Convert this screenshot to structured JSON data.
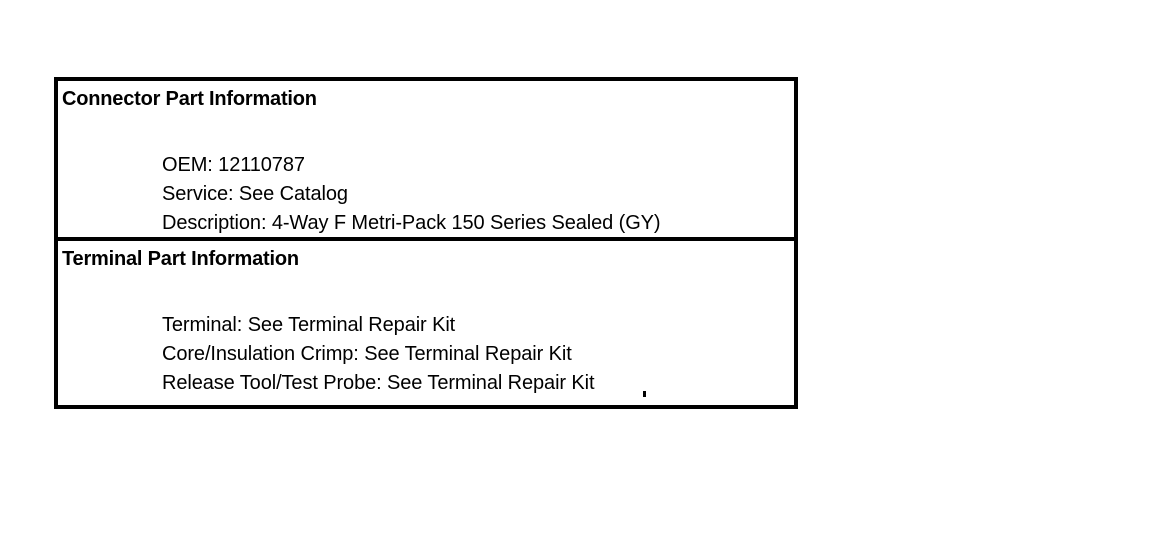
{
  "panel": {
    "sections": [
      {
        "id": "connector",
        "heading": "Connector Part Information",
        "details": [
          "OEM: 12110787",
          "Service: See Catalog",
          "Description: 4-Way F Metri-Pack 150 Series Sealed (GY)"
        ]
      },
      {
        "id": "terminal",
        "heading": "Terminal Part Information",
        "details": [
          "Terminal: See Terminal Repair Kit",
          "Core/Insulation Crimp: See Terminal Repair Kit",
          "Release Tool/Test Probe: See Terminal Repair Kit"
        ]
      }
    ]
  },
  "colors": {
    "background": "#ffffff",
    "border": "#000000",
    "text": "#000000"
  }
}
